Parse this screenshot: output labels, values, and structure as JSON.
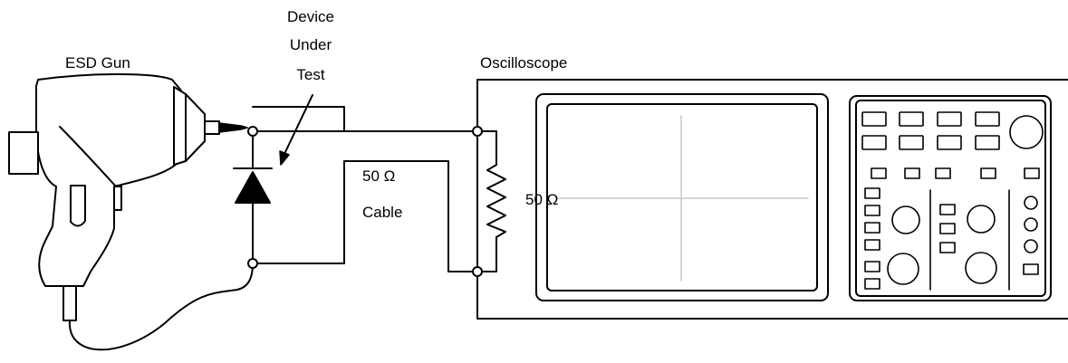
{
  "labels": {
    "esd_gun": "ESD Gun",
    "dut_line1": "Device",
    "dut_line2": "Under",
    "dut_line3": "Test",
    "oscilloscope": "Oscilloscope",
    "cable_ohm": "50 Ω",
    "cable": "Cable",
    "scope_ohm": "50 Ω"
  },
  "colors": {
    "stroke": "#000000",
    "graticule": "#c8c8c8",
    "background": "#ffffff"
  }
}
